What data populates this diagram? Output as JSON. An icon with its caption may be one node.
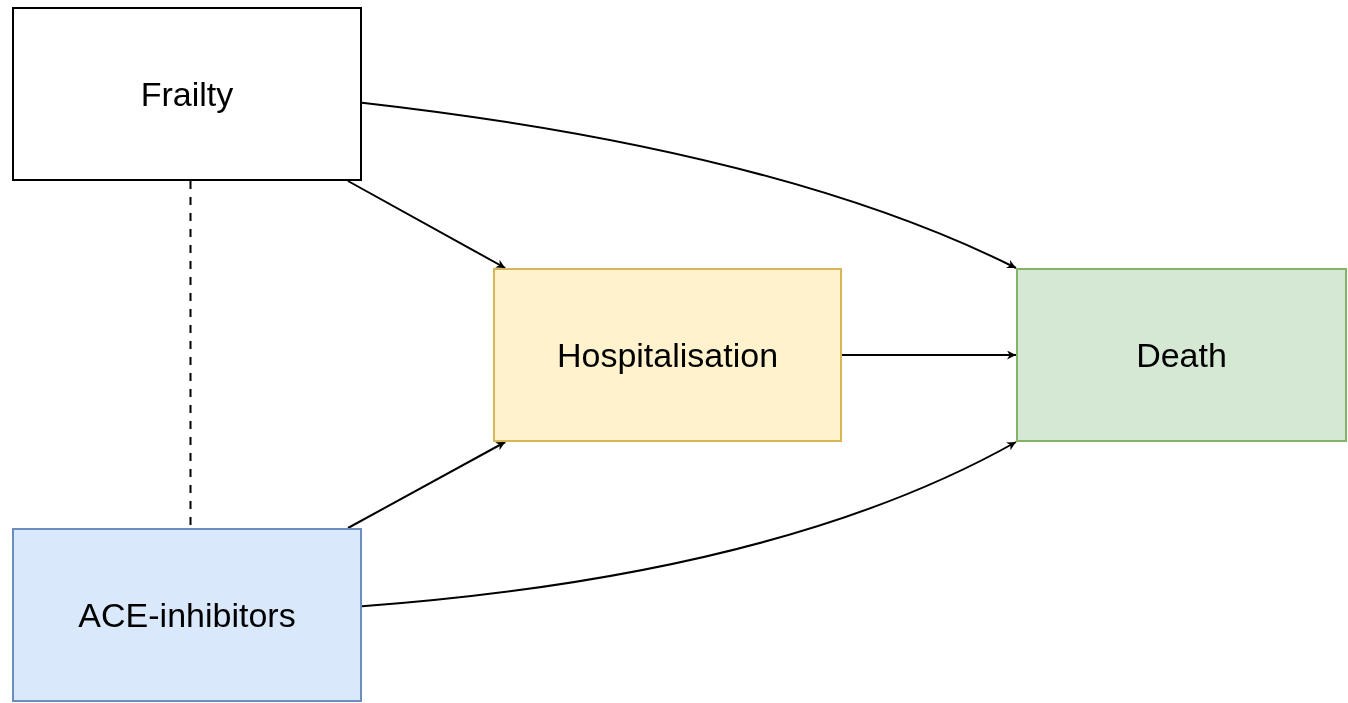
{
  "diagram": {
    "nodes": [
      {
        "text": [
          "Frailty"
        ]
      },
      {
        "text": [
          "Hospitalisation"
        ]
      },
      {
        "text": [
          "Death"
        ]
      },
      {
        "text": [
          "ACE-inhibitors"
        ]
      }
    ],
    "edges": [
      {
        "from": 0,
        "to": 2,
        "arrow": "to"
      },
      {
        "from": 0,
        "to": 1,
        "arrow": "to"
      },
      {
        "from": 1,
        "to": 2,
        "arrow": "to"
      },
      {
        "from": 3,
        "to": 1,
        "arrow": "to"
      },
      {
        "from": 3,
        "to": 2,
        "arrow": "to"
      },
      {
        "from": 0,
        "to": 3,
        "arrow": "none",
        "style": "dashed"
      }
    ]
  }
}
